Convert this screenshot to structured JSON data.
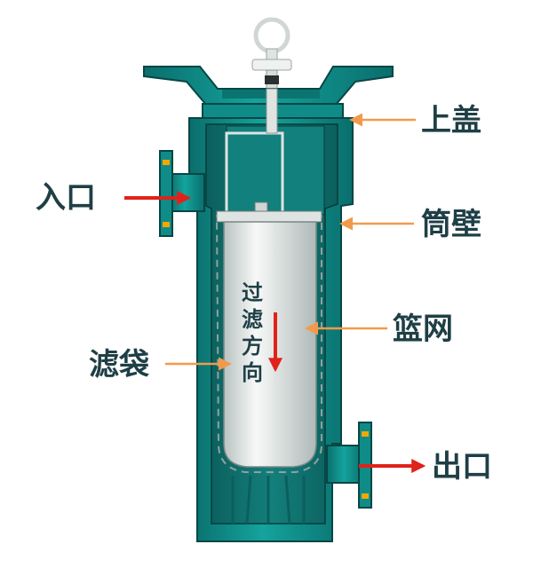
{
  "labels": {
    "inlet": "入口",
    "top_cover": "上盖",
    "cylinder_wall": "筒壁",
    "basket_mesh": "篮网",
    "filter_bag": "滤袋",
    "outlet": "出口"
  },
  "flow_direction": [
    "过",
    "滤",
    "方",
    "向"
  ],
  "colors": {
    "housing": "#0f8c88",
    "housing_dark": "#0a5f5e",
    "housing_light": "#18a7a1",
    "bag": "#e7ecea",
    "flow_arrow": "#e0221a",
    "pointer_arrow": "#f29a4c",
    "text": "#1f3f46"
  }
}
